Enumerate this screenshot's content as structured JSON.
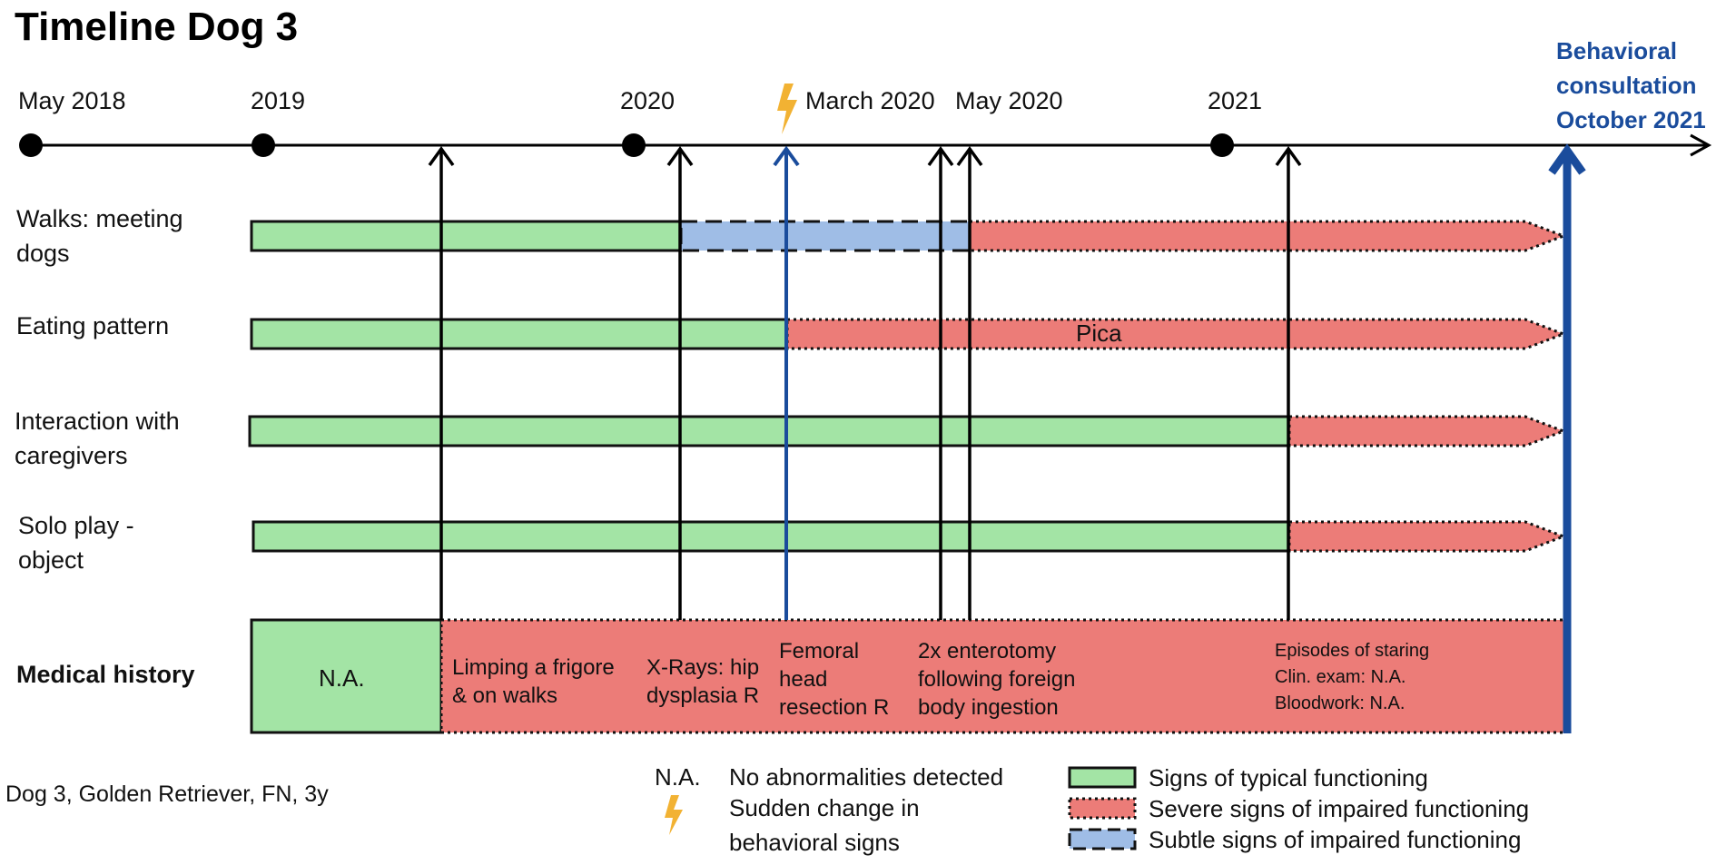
{
  "title": "Timeline Dog 3",
  "colors": {
    "typical": "#a3e4a5",
    "severe": "#ec7c78",
    "subtle": "#9fbde6",
    "accent": "#1a4c9c",
    "lightning": "#f2b233",
    "line": "#000000"
  },
  "timeline": {
    "labels": [
      "May 2018",
      "2019",
      "2020",
      "March 2020",
      "May 2020",
      "2021"
    ],
    "consultation": [
      "Behavioral",
      "consultation",
      "October 2021"
    ]
  },
  "rows": [
    {
      "label": [
        "Walks: meeting",
        "dogs"
      ],
      "bold": false
    },
    {
      "label": [
        "Eating pattern"
      ],
      "bold": false,
      "annotation": "Pica"
    },
    {
      "label": [
        "Interaction with",
        "caregivers"
      ],
      "bold": false
    },
    {
      "label": [
        "Solo play -",
        "object"
      ],
      "bold": false
    },
    {
      "label": [
        "Medical history"
      ],
      "bold": true
    }
  ],
  "medical": [
    {
      "lines": [
        "N.A."
      ]
    },
    {
      "lines": [
        "Limping a frigore",
        "& on walks"
      ]
    },
    {
      "lines": [
        "X-Rays: hip",
        "dysplasia R"
      ]
    },
    {
      "lines": [
        "Femoral",
        "head",
        "resection R"
      ]
    },
    {
      "lines": [
        "2x enterotomy",
        "following foreign",
        "body ingestion"
      ]
    },
    {
      "lines": [
        "Episodes of staring",
        "Clin. exam: N.A.",
        "Bloodwork: N.A."
      ]
    }
  ],
  "caption": "Dog 3, Golden Retriever, FN, 3y",
  "legend": {
    "na_abbr": "N.A.",
    "na_text": "No abnormalities detected",
    "sudden": [
      "Sudden change in",
      "behavioral signs"
    ],
    "typical": "Signs of typical functioning",
    "severe": "Severe signs of impaired functioning",
    "subtle": "Subtle signs of impaired functioning"
  }
}
